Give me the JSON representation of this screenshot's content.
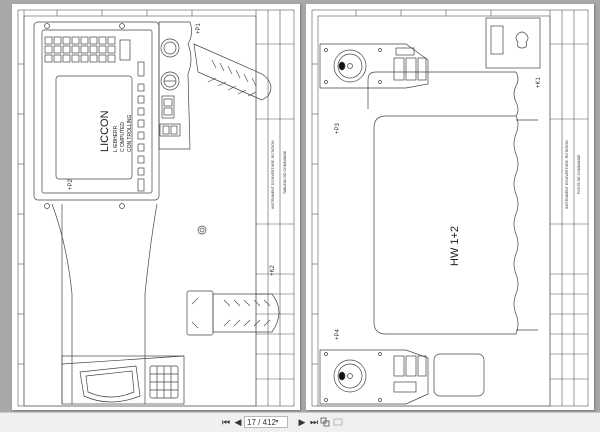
{
  "viewer": {
    "current_page": "17",
    "total_pages": "412",
    "page_indicator": "17 / 412"
  },
  "toolbar": {
    "first_page_icon": "⏮",
    "prev_page_icon": "◀",
    "next_page_icon": "▶",
    "last_page_icon": "⏭",
    "dropdown_icon": "▾"
  },
  "drawing_left": {
    "display_brand": "LICCON",
    "display_line1": "L  IEBHERR",
    "display_line2": "C OMPUTED",
    "display_line3": "CON  TROLLING",
    "label_p2": "+P2",
    "label_p1": "+P1",
    "label_k2": "+K2",
    "titleblock_text1": "INSTRUMENT D'OUVERTURE, ROTATION",
    "titleblock_text2": "TABLEAU DE COMMANDE"
  },
  "drawing_right": {
    "label_p3": "+P3",
    "label_p4": "+P4",
    "label_k1": "+K1",
    "center_label": "HW 1+2",
    "titleblock_text1": "INSTRUMENT D'OUVERTURE, ROTATION",
    "titleblock_text2": "POSTE DE COMMANDE"
  }
}
